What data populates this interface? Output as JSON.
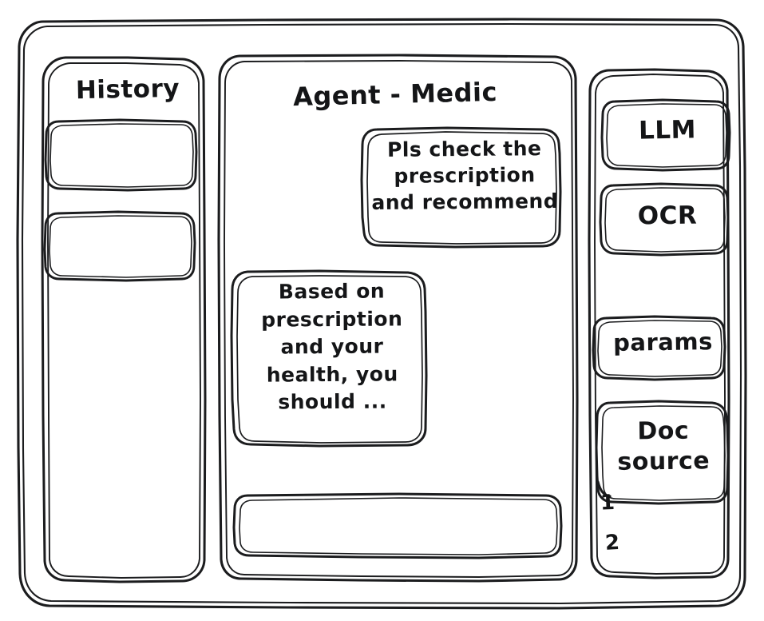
{
  "window": {
    "name": "agent-medic-wireframe",
    "style": "hand-drawn-wireframe",
    "background_color": "#ffffff",
    "stroke_color": "#1b1c1e"
  },
  "history_panel": {
    "title": "History",
    "items": [
      {
        "label": ""
      },
      {
        "label": ""
      }
    ]
  },
  "main_panel": {
    "title": "Agent - Medic",
    "messages": [
      {
        "role": "user",
        "align": "right",
        "text": "Pls check the\nprescription\nand recommend"
      },
      {
        "role": "assistant",
        "align": "left",
        "text": "Based on\nprescription\nand your\nhealth, you\nshould ..."
      }
    ],
    "composer": {
      "value": "",
      "placeholder": ""
    }
  },
  "tools_panel": {
    "chips": [
      {
        "label": "LLM"
      },
      {
        "label": "OCR"
      },
      {
        "label": "params"
      },
      {
        "label": "Doc\nsource"
      }
    ],
    "doc_sources": [
      {
        "marker": "1"
      },
      {
        "marker": "2"
      }
    ]
  }
}
